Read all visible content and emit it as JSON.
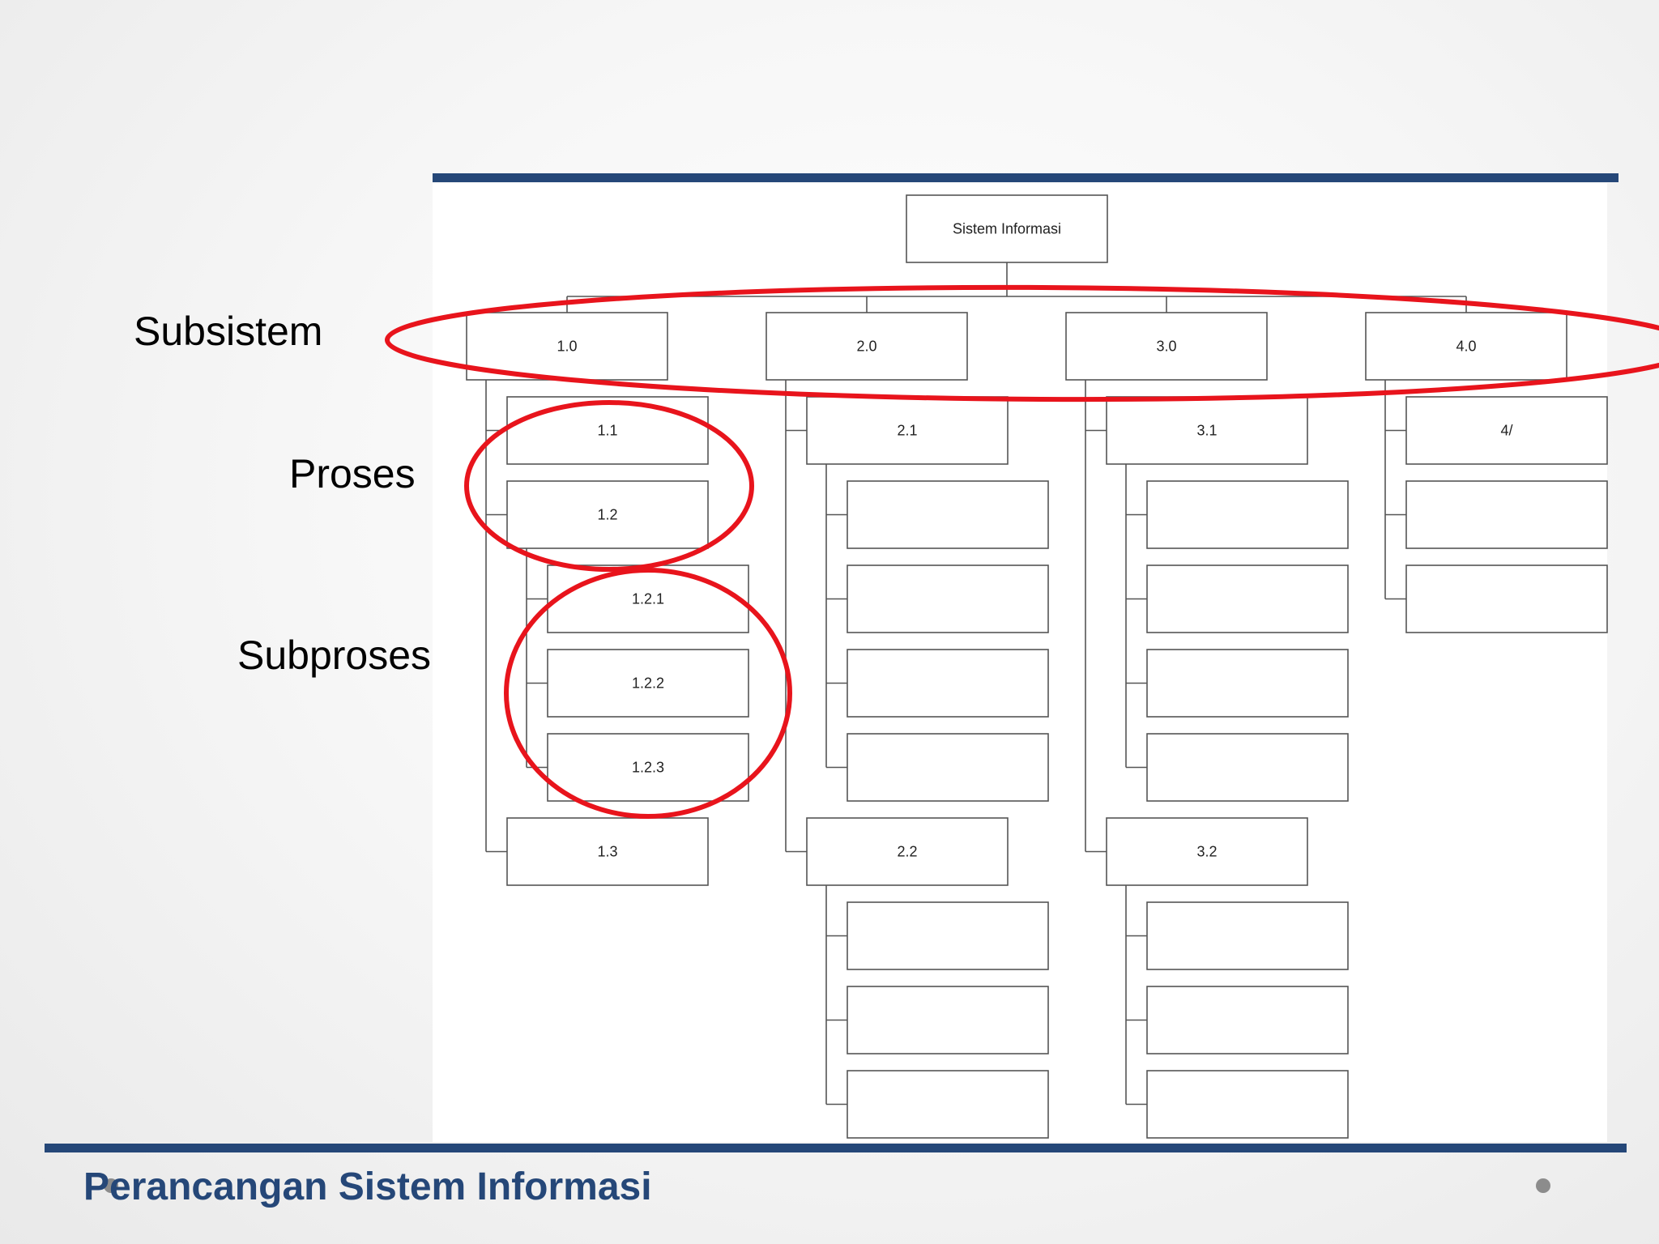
{
  "diagram": {
    "root": "Sistem Informasi",
    "subsystems": [
      {
        "label": "1.0",
        "processes": [
          {
            "label": "1.1",
            "subprocesses": []
          },
          {
            "label": "1.2",
            "subprocesses": [
              "1.2.1",
              "1.2.2",
              "1.2.3"
            ]
          },
          {
            "label": "1.3",
            "subprocesses": []
          }
        ]
      },
      {
        "label": "2.0",
        "processes": [
          {
            "label": "2.1",
            "subprocesses": [
              "",
              "",
              "",
              ""
            ]
          },
          {
            "label": "2.2",
            "subprocesses": [
              "",
              "",
              ""
            ]
          }
        ]
      },
      {
        "label": "3.0",
        "processes": [
          {
            "label": "3.1",
            "subprocesses": [
              "",
              "",
              "",
              ""
            ]
          },
          {
            "label": "3.2",
            "subprocesses": [
              "",
              "",
              ""
            ]
          }
        ]
      },
      {
        "label": "4.0",
        "processes": [
          {
            "label": "4/",
            "subprocesses": []
          },
          {
            "label": "",
            "subprocesses": []
          },
          {
            "label": "",
            "subprocesses": []
          }
        ]
      }
    ]
  },
  "annotations": {
    "subsistem": "Subsistem",
    "proses": "Proses",
    "subproses": "Subproses"
  },
  "footer": {
    "title": "Perancangan Sistem Informasi"
  },
  "colors": {
    "rule": "#254778",
    "title": "#254778",
    "highlight": "#e8141c",
    "box_border": "#555555"
  }
}
